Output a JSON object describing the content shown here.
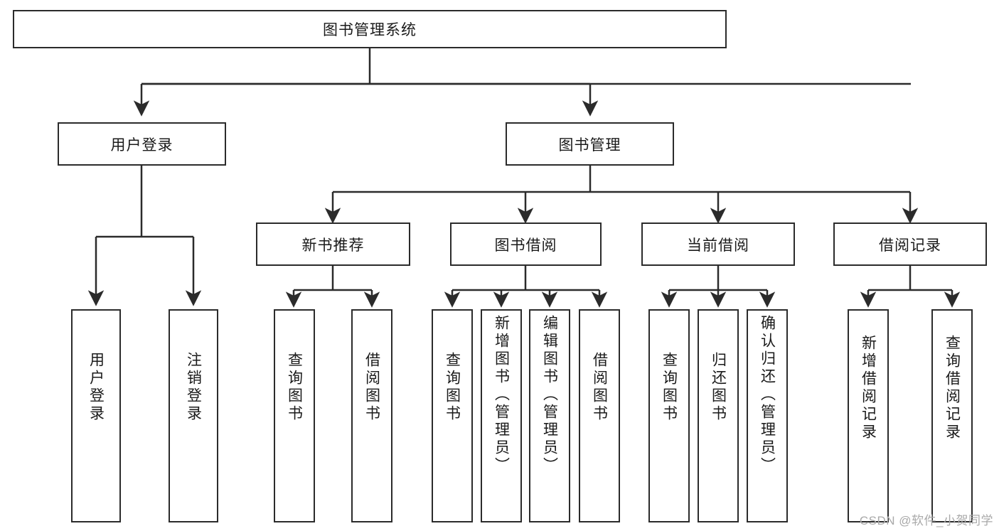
{
  "diagram": {
    "title": "图书管理系统",
    "type": "tree-hierarchy-diagram",
    "colors": {
      "box_border": "#2b2b2b",
      "box_fill": "#ffffff",
      "connector": "#2b2b2b",
      "background": "#ffffff",
      "watermark": "#a9a9a9"
    },
    "root": {
      "label": "图书管理系统"
    },
    "level2": [
      {
        "label": "用户登录"
      },
      {
        "label": "图书管理"
      }
    ],
    "level3": [
      {
        "label": "新书推荐"
      },
      {
        "label": "图书借阅"
      },
      {
        "label": "当前借阅"
      },
      {
        "label": "借阅记录"
      }
    ],
    "leaves": {
      "user_login": [
        {
          "label": "用户登录"
        },
        {
          "label": "注销登录"
        }
      ],
      "new_book_recommend": [
        {
          "label": "查询图书"
        },
        {
          "label": "借阅图书"
        }
      ],
      "book_borrow": [
        {
          "label": "查询图书"
        },
        {
          "label": "新增图书（管理员）"
        },
        {
          "label": "编辑图书（管理员）"
        },
        {
          "label": "借阅图书"
        }
      ],
      "current_borrow": [
        {
          "label": "查询图书"
        },
        {
          "label": "归还图书"
        },
        {
          "label": "确认归还（管理员）"
        }
      ],
      "borrow_record": [
        {
          "label": "新增借阅记录"
        },
        {
          "label": "查询借阅记录"
        }
      ]
    }
  },
  "watermark": {
    "text": "CSDN @软件_小贺同学"
  }
}
